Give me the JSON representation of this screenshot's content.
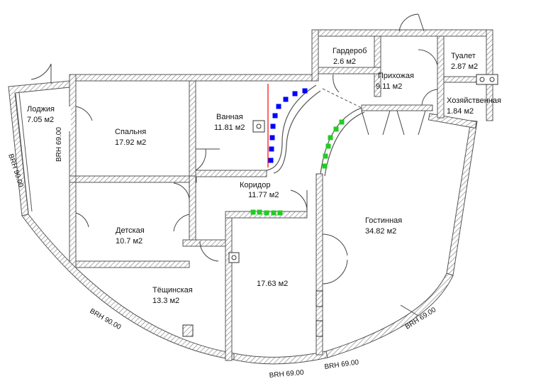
{
  "rooms": {
    "lodzhiya": {
      "name": "Лоджия",
      "area": "7.05 м2"
    },
    "spalnya": {
      "name": "Спальня",
      "area": "17.92 м2"
    },
    "vannaya": {
      "name": "Ванная",
      "area": "11.81 м2"
    },
    "garderob": {
      "name": "Гардероб",
      "area": "2.6 м2"
    },
    "prikhozhaya": {
      "name": "Прихожая",
      "area": "9.11 м2"
    },
    "tualet": {
      "name": "Туалет",
      "area": "2.87 м2"
    },
    "khozyaystvennaya": {
      "name": "Хозяйственная",
      "area": "1.84 м2"
    },
    "koridor": {
      "name": "Коридор",
      "area": "11.77 м2"
    },
    "detskaya": {
      "name": "Детская",
      "area": "10.7 м2"
    },
    "gostinnaya": {
      "name": "Гостинная",
      "area": "34.82 м2"
    },
    "room_unnamed": {
      "area": "17.63 м2"
    },
    "teshchinskaya": {
      "name": "Тёщинская",
      "area": "13.3 м2"
    }
  },
  "dimensions": {
    "brh_left_top": "BRH 90.00",
    "brh_loggia": "BRH 69.00",
    "brh_left_bottom": "BRH 90.00",
    "brh_bottom_1": "BRH 69.00",
    "brh_bottom_2": "BRH 69.00",
    "brh_right": "BRH 69.00"
  },
  "colors": {
    "wall": "#555555",
    "hatch": "#777777",
    "blue_marker": "#0000ff",
    "green_marker": "#22cc22",
    "red_line": "#ff0000"
  }
}
